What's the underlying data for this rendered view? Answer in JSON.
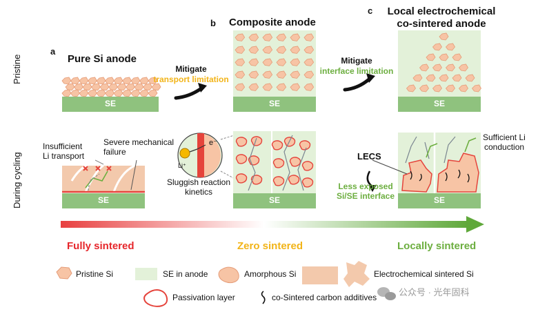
{
  "panels": {
    "a": {
      "letter": "a",
      "title": "Pure Si anode"
    },
    "b": {
      "letter": "b",
      "title": "Composite anode"
    },
    "c": {
      "letter": "c",
      "title_line1": "Local electrochemical",
      "title_line2": "co-sintered anode"
    }
  },
  "row_labels": {
    "pristine": "Pristine",
    "cycling": "During cycling"
  },
  "se_label": "SE",
  "arrows": {
    "mitigate_1": {
      "title": "Mitigate",
      "sub": "transport limitation"
    },
    "mitigate_2": {
      "title": "Mitigate",
      "sub": "interface limitation"
    }
  },
  "annotations": {
    "insufficient_1": "Insufficient",
    "insufficient_2": "Li transport",
    "severe_1": "Severe mechanical",
    "severe_2": "failure",
    "sluggish_1": "Sluggish reaction",
    "sluggish_2": "kinetics",
    "electron": "e⁻",
    "li_ion": "Li⁺",
    "lecs": "LECS",
    "less_exposed_1": "Less exposed",
    "less_exposed_2": "Si/SE interface",
    "sufficient_1": "Sufficient Li",
    "sufficient_2": "conduction"
  },
  "gradient_labels": {
    "fully": "Fully sintered",
    "zero": "Zero sintered",
    "locally": "Locally sintered"
  },
  "legend": {
    "pristine_si": "Pristine Si",
    "se_in_anode": "SE in anode",
    "amorphous_si": "Amorphous Si",
    "sintered_si": "Electrochemical sintered Si",
    "passivation": "Passivation layer",
    "carbon": "co-Sintered carbon additives"
  },
  "watermark": "公众号 · 光年固科",
  "colors": {
    "se_green": "#8fc27e",
    "anode_bg": "#e3f1d9",
    "si_fill": "#f7c4a5",
    "si_edge": "#e59c78",
    "passivation_red": "#e5433b",
    "fully_red": "#e6262b",
    "zero_orange": "#f2b418",
    "locally_green": "#6cae3f"
  }
}
